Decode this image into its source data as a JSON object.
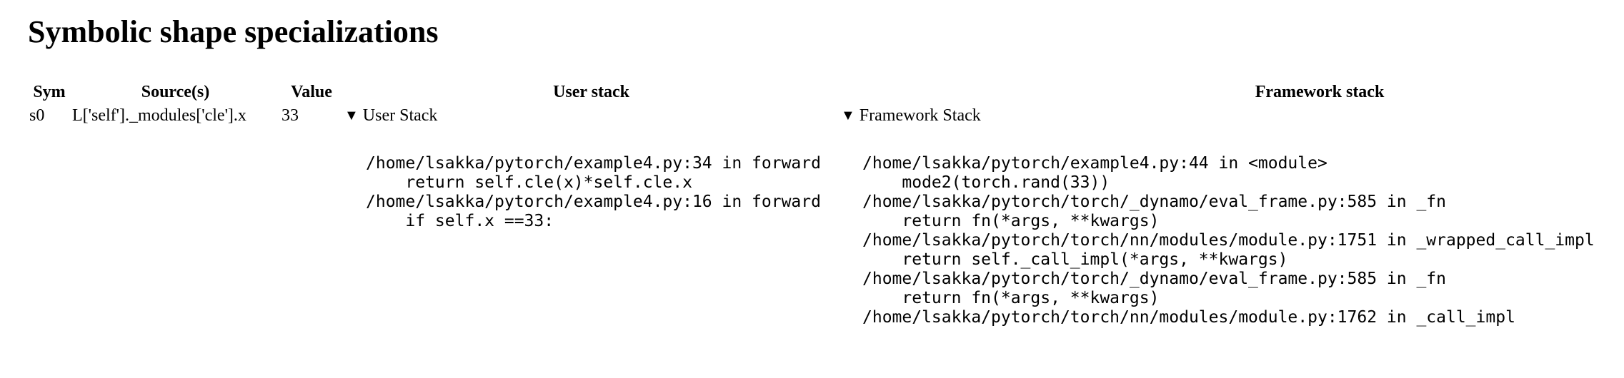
{
  "page": {
    "title": "Symbolic shape specializations"
  },
  "icons": {
    "expanded_marker": "▼"
  },
  "colors": {
    "text": "#000000",
    "background": "#ffffff"
  },
  "table": {
    "headers": [
      "Sym",
      "Source(s)",
      "Value",
      "User stack",
      "Framework stack"
    ],
    "rows": [
      {
        "sym": "s0",
        "sources": "L['self']._modules['cle'].x",
        "value": "33",
        "user_stack": {
          "summary": "User Stack",
          "frames": [
            "/home/lsakka/pytorch/example4.py:34 in forward",
            "    return self.cle(x)*self.cle.x",
            "/home/lsakka/pytorch/example4.py:16 in forward",
            "    if self.x ==33:"
          ]
        },
        "framework_stack": {
          "summary": "Framework Stack",
          "frames": [
            "/home/lsakka/pytorch/example4.py:44 in <module>",
            "    mode2(torch.rand(33))",
            "/home/lsakka/pytorch/torch/_dynamo/eval_frame.py:585 in _fn",
            "    return fn(*args, **kwargs)",
            "/home/lsakka/pytorch/torch/nn/modules/module.py:1751 in _wrapped_call_impl",
            "    return self._call_impl(*args, **kwargs)",
            "/home/lsakka/pytorch/torch/_dynamo/eval_frame.py:585 in _fn",
            "    return fn(*args, **kwargs)",
            "/home/lsakka/pytorch/torch/nn/modules/module.py:1762 in _call_impl"
          ]
        }
      }
    ]
  }
}
